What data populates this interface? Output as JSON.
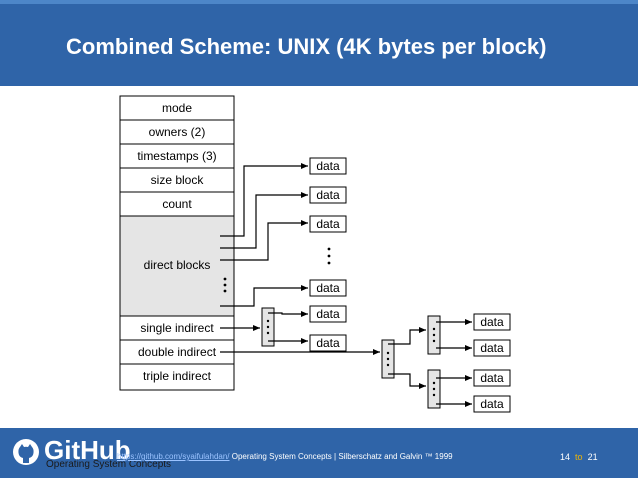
{
  "slide": {
    "title": "Combined Scheme:  UNIX (4K bytes per block)"
  },
  "inode": {
    "fields": [
      "mode",
      "owners (2)",
      "timestamps (3)",
      "size block",
      "count"
    ],
    "direct_label": "direct blocks",
    "single": "single indirect",
    "double": "double indirect",
    "triple": "triple indirect"
  },
  "blocks": {
    "data_label": "data"
  },
  "colors": {
    "brand": "#2f64a8",
    "direct_area": "#e5e5e5",
    "index_block": "#e5e5e5"
  },
  "footer": {
    "github": "GitHub",
    "subtitle": "Operating System Concepts",
    "link": "https://github.com/syaifulahdan/",
    "text": "Operating System Concepts | Silberschatz and Galvin ™ 1999",
    "page_current": "14",
    "page_to": "to",
    "page_total": "21"
  }
}
